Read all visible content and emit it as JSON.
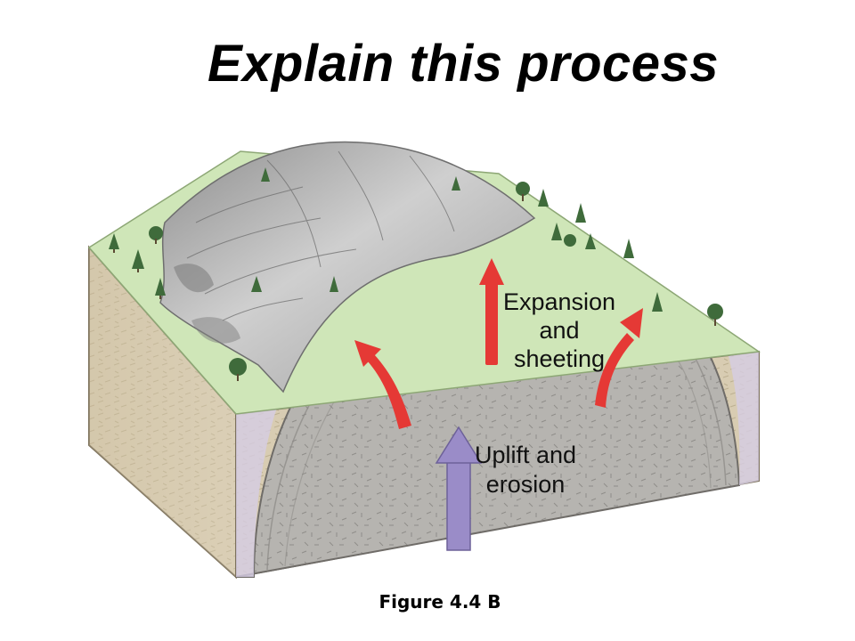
{
  "slide": {
    "title": "Explain this process",
    "caption": "Figure 4.4 B"
  },
  "diagram": {
    "labels": {
      "expansion_line1": "Expansion",
      "expansion_line2": "and",
      "expansion_line3": "sheeting",
      "uplift_line1": "Uplift and",
      "uplift_line2": "erosion"
    },
    "colors": {
      "expansion_arrows": "#e53935",
      "uplift_arrow": "#9a8cc8",
      "granite": "#b4b2ae",
      "soil_block": "#d8ccb2",
      "grass": "#cfe6b8",
      "exposed_rock": "#a8a8a8"
    }
  }
}
